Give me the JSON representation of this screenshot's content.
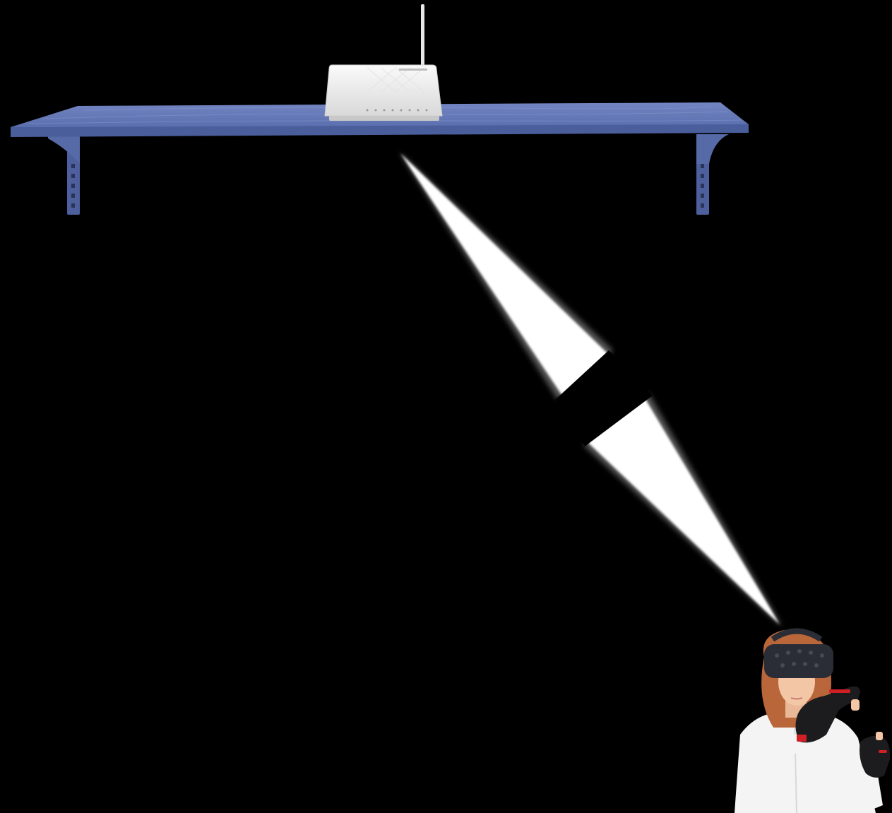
{
  "scene": {
    "background_color": "#000000",
    "shelf_color": "#5a6fae",
    "shelf_highlight_color": "#7385c2",
    "bracket_color": "#4d5f9c",
    "router_color": "#f2f2f2",
    "beam_color": "#ffffff",
    "headset_color": "#2a2d35",
    "glove_color": "#1c1c1e",
    "glove_accent_color": "#d11f26",
    "hair_color": "#b8663a",
    "skin_color": "#f3c6a6",
    "shirt_color": "#f4f4f4"
  },
  "objects": {
    "shelf": "wall-shelf",
    "router": "wifi-router",
    "signal": "wireless-signal-beam",
    "signal_state": "obstructed",
    "user": "person-with-vr-headset-and-haptic-gloves"
  }
}
